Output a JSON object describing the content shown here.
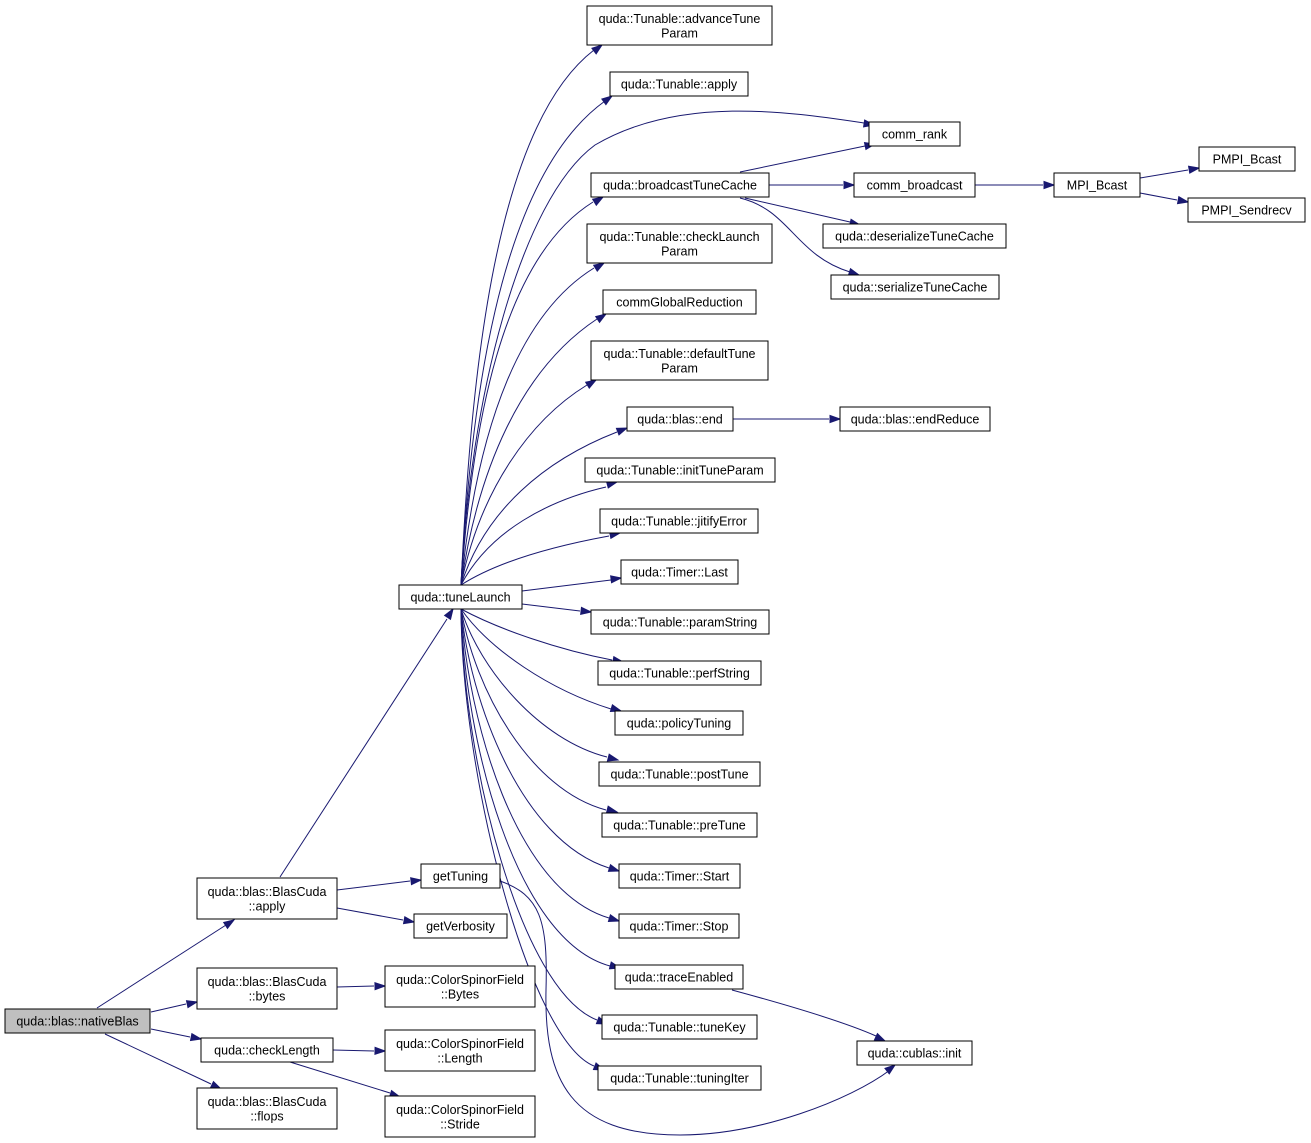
{
  "colors": {
    "edge": "#191970",
    "root_fill": "#bfbfbf",
    "node_fill": "#ffffff",
    "node_stroke": "#000000"
  },
  "nodes": {
    "nativeBlas": [
      "quda::blas::nativeBlas"
    ],
    "blasApply": [
      "quda::blas::BlasCuda",
      "::apply"
    ],
    "blasBytes": [
      "quda::blas::BlasCuda",
      "::bytes"
    ],
    "checkLength": [
      "quda::checkLength"
    ],
    "blasFlops": [
      "quda::blas::BlasCuda",
      "::flops"
    ],
    "tuneLaunch": [
      "quda::tuneLaunch"
    ],
    "getTuning": [
      "getTuning"
    ],
    "getVerbosity": [
      "getVerbosity"
    ],
    "csfBytes": [
      "quda::ColorSpinorField",
      "::Bytes"
    ],
    "csfLength": [
      "quda::ColorSpinorField",
      "::Length"
    ],
    "csfStride": [
      "quda::ColorSpinorField",
      "::Stride"
    ],
    "advanceTuneParam": [
      "quda::Tunable::advanceTune",
      "Param"
    ],
    "tunableApply": [
      "quda::Tunable::apply"
    ],
    "broadcastTuneCache": [
      "quda::broadcastTuneCache"
    ],
    "checkLaunchParam": [
      "quda::Tunable::checkLaunch",
      "Param"
    ],
    "commGlobalReduction": [
      "commGlobalReduction"
    ],
    "defaultTuneParam": [
      "quda::Tunable::defaultTune",
      "Param"
    ],
    "blasEnd": [
      "quda::blas::end"
    ],
    "initTuneParam": [
      "quda::Tunable::initTuneParam"
    ],
    "jitifyError": [
      "quda::Tunable::jitifyError"
    ],
    "timerLast": [
      "quda::Timer::Last"
    ],
    "paramString": [
      "quda::Tunable::paramString"
    ],
    "perfString": [
      "quda::Tunable::perfString"
    ],
    "policyTuning": [
      "quda::policyTuning"
    ],
    "postTune": [
      "quda::Tunable::postTune"
    ],
    "preTune": [
      "quda::Tunable::preTune"
    ],
    "timerStart": [
      "quda::Timer::Start"
    ],
    "timerStop": [
      "quda::Timer::Stop"
    ],
    "traceEnabled": [
      "quda::traceEnabled"
    ],
    "tuneKey": [
      "quda::Tunable::tuneKey"
    ],
    "tuningIter": [
      "quda::Tunable::tuningIter"
    ],
    "commRank": [
      "comm_rank"
    ],
    "commBroadcast": [
      "comm_broadcast"
    ],
    "deserializeTuneCache": [
      "quda::deserializeTuneCache"
    ],
    "serializeTuneCache": [
      "quda::serializeTuneCache"
    ],
    "endReduce": [
      "quda::blas::endReduce"
    ],
    "cublasInit": [
      "quda::cublas::init"
    ],
    "mpiBcast": [
      "MPI_Bcast"
    ],
    "pmpiBcast": [
      "PMPI_Bcast"
    ],
    "pmpiSendrecv": [
      "PMPI_Sendrecv"
    ]
  },
  "edges": [
    [
      "nativeBlas",
      "blasApply"
    ],
    [
      "nativeBlas",
      "blasBytes"
    ],
    [
      "nativeBlas",
      "checkLength"
    ],
    [
      "nativeBlas",
      "blasFlops"
    ],
    [
      "blasApply",
      "tuneLaunch"
    ],
    [
      "blasApply",
      "getTuning"
    ],
    [
      "blasApply",
      "getVerbosity"
    ],
    [
      "blasBytes",
      "csfBytes"
    ],
    [
      "checkLength",
      "csfLength"
    ],
    [
      "checkLength",
      "csfStride"
    ],
    [
      "tuneLaunch",
      "advanceTuneParam"
    ],
    [
      "tuneLaunch",
      "tunableApply"
    ],
    [
      "tuneLaunch",
      "commRank"
    ],
    [
      "tuneLaunch",
      "broadcastTuneCache"
    ],
    [
      "tuneLaunch",
      "checkLaunchParam"
    ],
    [
      "tuneLaunch",
      "commGlobalReduction"
    ],
    [
      "tuneLaunch",
      "defaultTuneParam"
    ],
    [
      "tuneLaunch",
      "blasEnd"
    ],
    [
      "tuneLaunch",
      "initTuneParam"
    ],
    [
      "tuneLaunch",
      "jitifyError"
    ],
    [
      "tuneLaunch",
      "timerLast"
    ],
    [
      "tuneLaunch",
      "paramString"
    ],
    [
      "tuneLaunch",
      "perfString"
    ],
    [
      "tuneLaunch",
      "policyTuning"
    ],
    [
      "tuneLaunch",
      "postTune"
    ],
    [
      "tuneLaunch",
      "preTune"
    ],
    [
      "tuneLaunch",
      "timerStart"
    ],
    [
      "tuneLaunch",
      "timerStop"
    ],
    [
      "tuneLaunch",
      "traceEnabled"
    ],
    [
      "tuneLaunch",
      "tuneKey"
    ],
    [
      "tuneLaunch",
      "tuningIter"
    ],
    [
      "broadcastTuneCache",
      "commRank"
    ],
    [
      "broadcastTuneCache",
      "commBroadcast"
    ],
    [
      "broadcastTuneCache",
      "deserializeTuneCache"
    ],
    [
      "broadcastTuneCache",
      "serializeTuneCache"
    ],
    [
      "commBroadcast",
      "mpiBcast"
    ],
    [
      "mpiBcast",
      "pmpiBcast"
    ],
    [
      "mpiBcast",
      "pmpiSendrecv"
    ],
    [
      "blasEnd",
      "endReduce"
    ],
    [
      "traceEnabled",
      "cublasInit"
    ],
    [
      "getTuning",
      "cublasInit"
    ]
  ]
}
